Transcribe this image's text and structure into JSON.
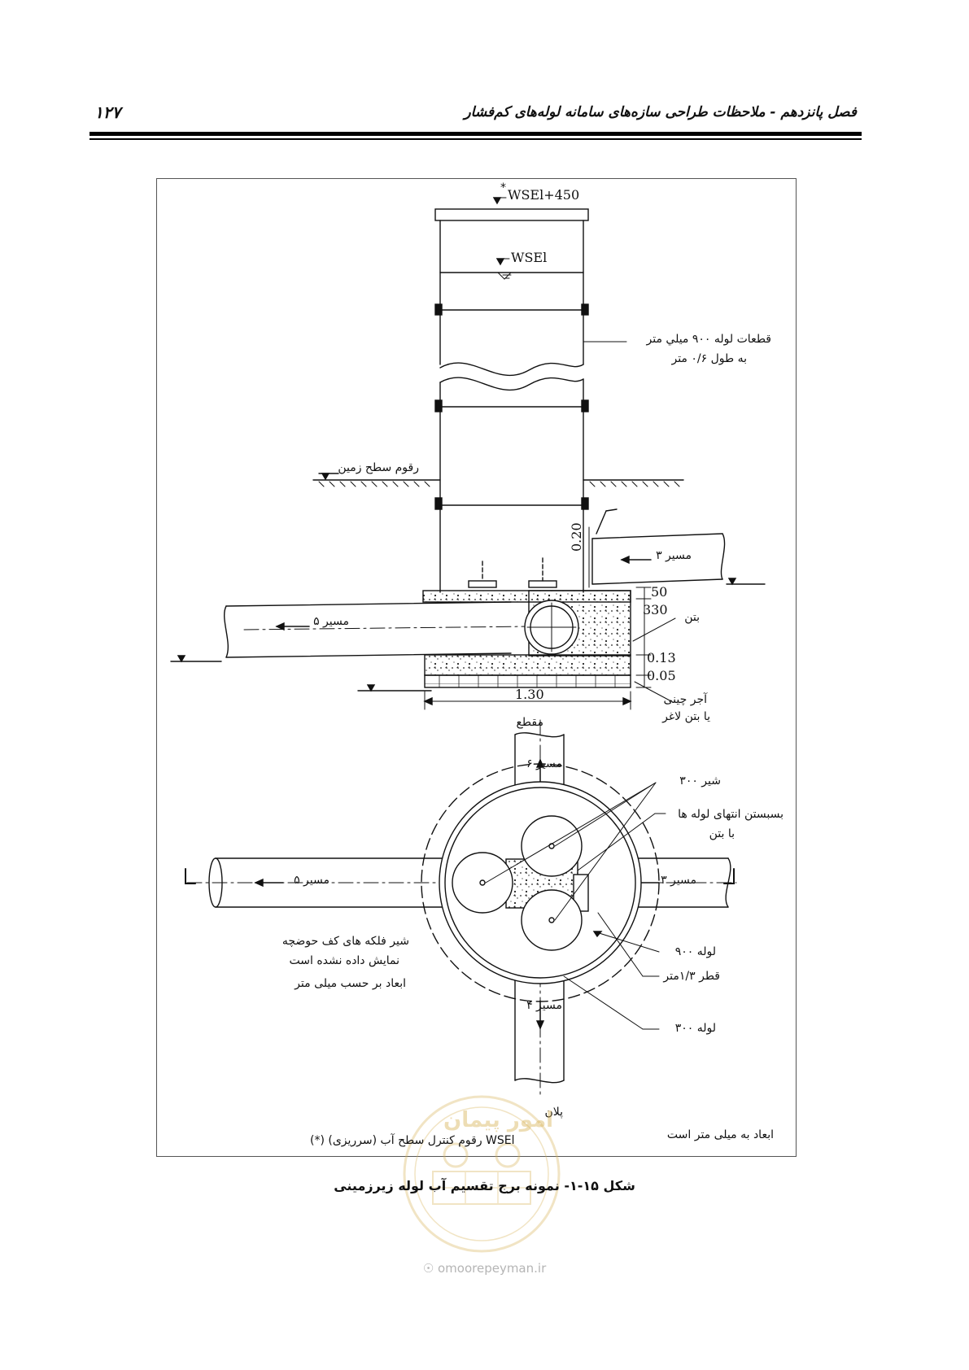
{
  "header": {
    "title": "فصل پانزدهم - ملاحظات طراحی سازه‌های سامانه لوله‌های کم‌فشار",
    "page_number": "۱۲۷"
  },
  "section_labels": {
    "wsel_top": "WSEl+450",
    "wsel_top_star": "*",
    "wsel": "WSEl",
    "pipe_segments_line1": "قطعات لوله ۹۰۰ میلي متر",
    "pipe_segments_line2": "به طول ۰/۶ متر",
    "ground_level": "رقوم سطح زمين",
    "dim_020": "0.20",
    "route3": "مسير ۳",
    "route5": "مسير ۵",
    "dim_50": "50",
    "dim_330": "330",
    "concrete": "بتن",
    "dim_013": "0.13",
    "dim_005": "0.05",
    "dim_130": "1.30",
    "brick_line1": "آجر چينی",
    "brick_line2": "يا بتن لاغر",
    "section_title": "مقطع"
  },
  "plan_labels": {
    "route6": "مسير ۶",
    "valve300": "شير ۳۰۰",
    "closing_line1": "بسبستن انتهای لوله ها",
    "closing_line2": "با بتن",
    "route5": "مسير ۵",
    "route3": "مسير ۳",
    "note_line1": "شير فلكه های كف حوضچه",
    "note_line2": "نمايش داده نشده است",
    "note_line3": "ابعاد بر حسب ميلی متر",
    "pipe900": "لوله ۹۰۰",
    "diameter": "قطر ۱/۳متر",
    "route4": "مسير ۴",
    "pipe300": "لوله ۳۰۰",
    "plan_title": "پلان",
    "footnote": "(*) رقوم كنترل سطح آب (سرريزی) WSEl",
    "dims_note": "ابعاد به ميلی متر است"
  },
  "caption": "شكل ۱۵-۱- نمونه برج تقسيم آب لوله زيرزمينی",
  "watermark": {
    "logo_text": "امور پیمان",
    "url": "omoorepeyman.ir"
  }
}
